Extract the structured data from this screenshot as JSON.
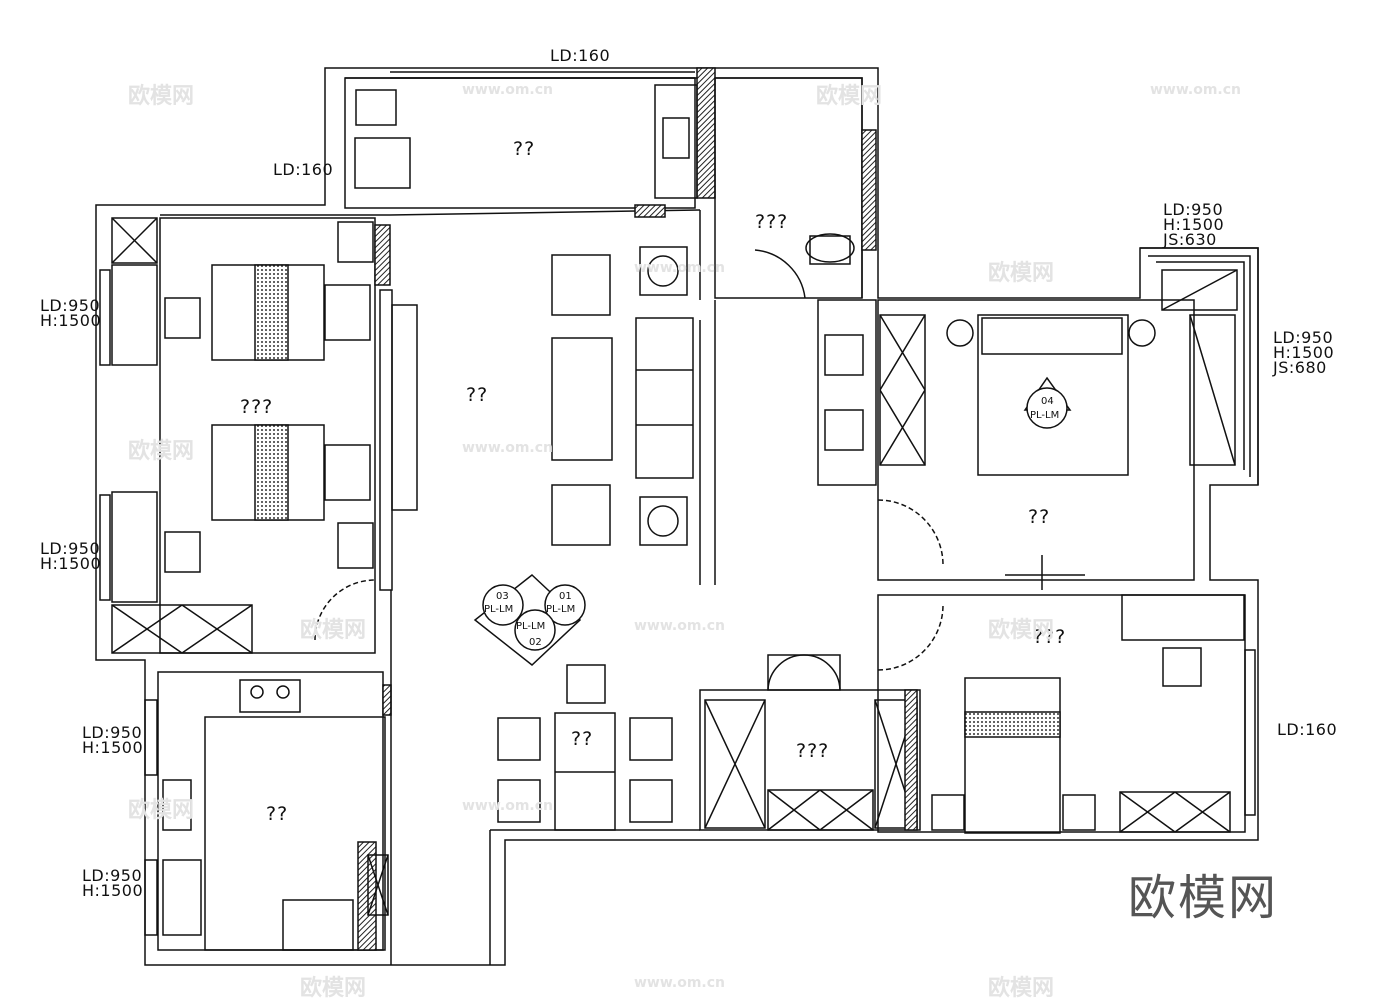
{
  "diagram": {
    "type": "architectural_floor_plan",
    "brand_watermark": "欧模网",
    "watermark_url": "www.om.cn",
    "rooms": [
      {
        "id": "balcony-top",
        "label": "??"
      },
      {
        "id": "bathroom-top",
        "label": "???"
      },
      {
        "id": "children-bedroom",
        "label": "???"
      },
      {
        "id": "living-room",
        "label": "??"
      },
      {
        "id": "master-bedroom",
        "label": "??"
      },
      {
        "id": "second-bedroom",
        "label": "???"
      },
      {
        "id": "dining",
        "label": "??"
      },
      {
        "id": "cloakroom",
        "label": "???"
      },
      {
        "id": "kitchen",
        "label": "??"
      }
    ],
    "window_annotations": [
      {
        "id": "top-balcony-window",
        "lines": [
          "LD:160"
        ]
      },
      {
        "id": "balcony-side-window",
        "lines": [
          "LD:160"
        ]
      },
      {
        "id": "child-room-window-1",
        "lines": [
          "LD:950",
          "H:1500"
        ]
      },
      {
        "id": "child-room-window-2",
        "lines": [
          "LD:950",
          "H:1500"
        ]
      },
      {
        "id": "kitchen-window-1",
        "lines": [
          "LD:950",
          "H:1500"
        ]
      },
      {
        "id": "kitchen-window-2",
        "lines": [
          "LD:950",
          "H:1500"
        ]
      },
      {
        "id": "bay-window-top",
        "lines": [
          "LD:950",
          "H:1500",
          "JS:630"
        ]
      },
      {
        "id": "bay-window-side",
        "lines": [
          "LD:950",
          "H:1500",
          "JS:680"
        ]
      },
      {
        "id": "second-bedroom-window",
        "lines": [
          "LD:160"
        ]
      }
    ],
    "elevation_markers": [
      {
        "id": "living-marker",
        "labels": [
          "03",
          "01",
          "02"
        ],
        "ref": "PL-LM"
      },
      {
        "id": "master-marker",
        "labels": [
          "04"
        ],
        "ref": "PL-LM"
      }
    ],
    "colors": {
      "line": "#111111",
      "wall_hatch": "#333333",
      "watermark": "#e3e3e3",
      "brand": "#555555"
    }
  }
}
